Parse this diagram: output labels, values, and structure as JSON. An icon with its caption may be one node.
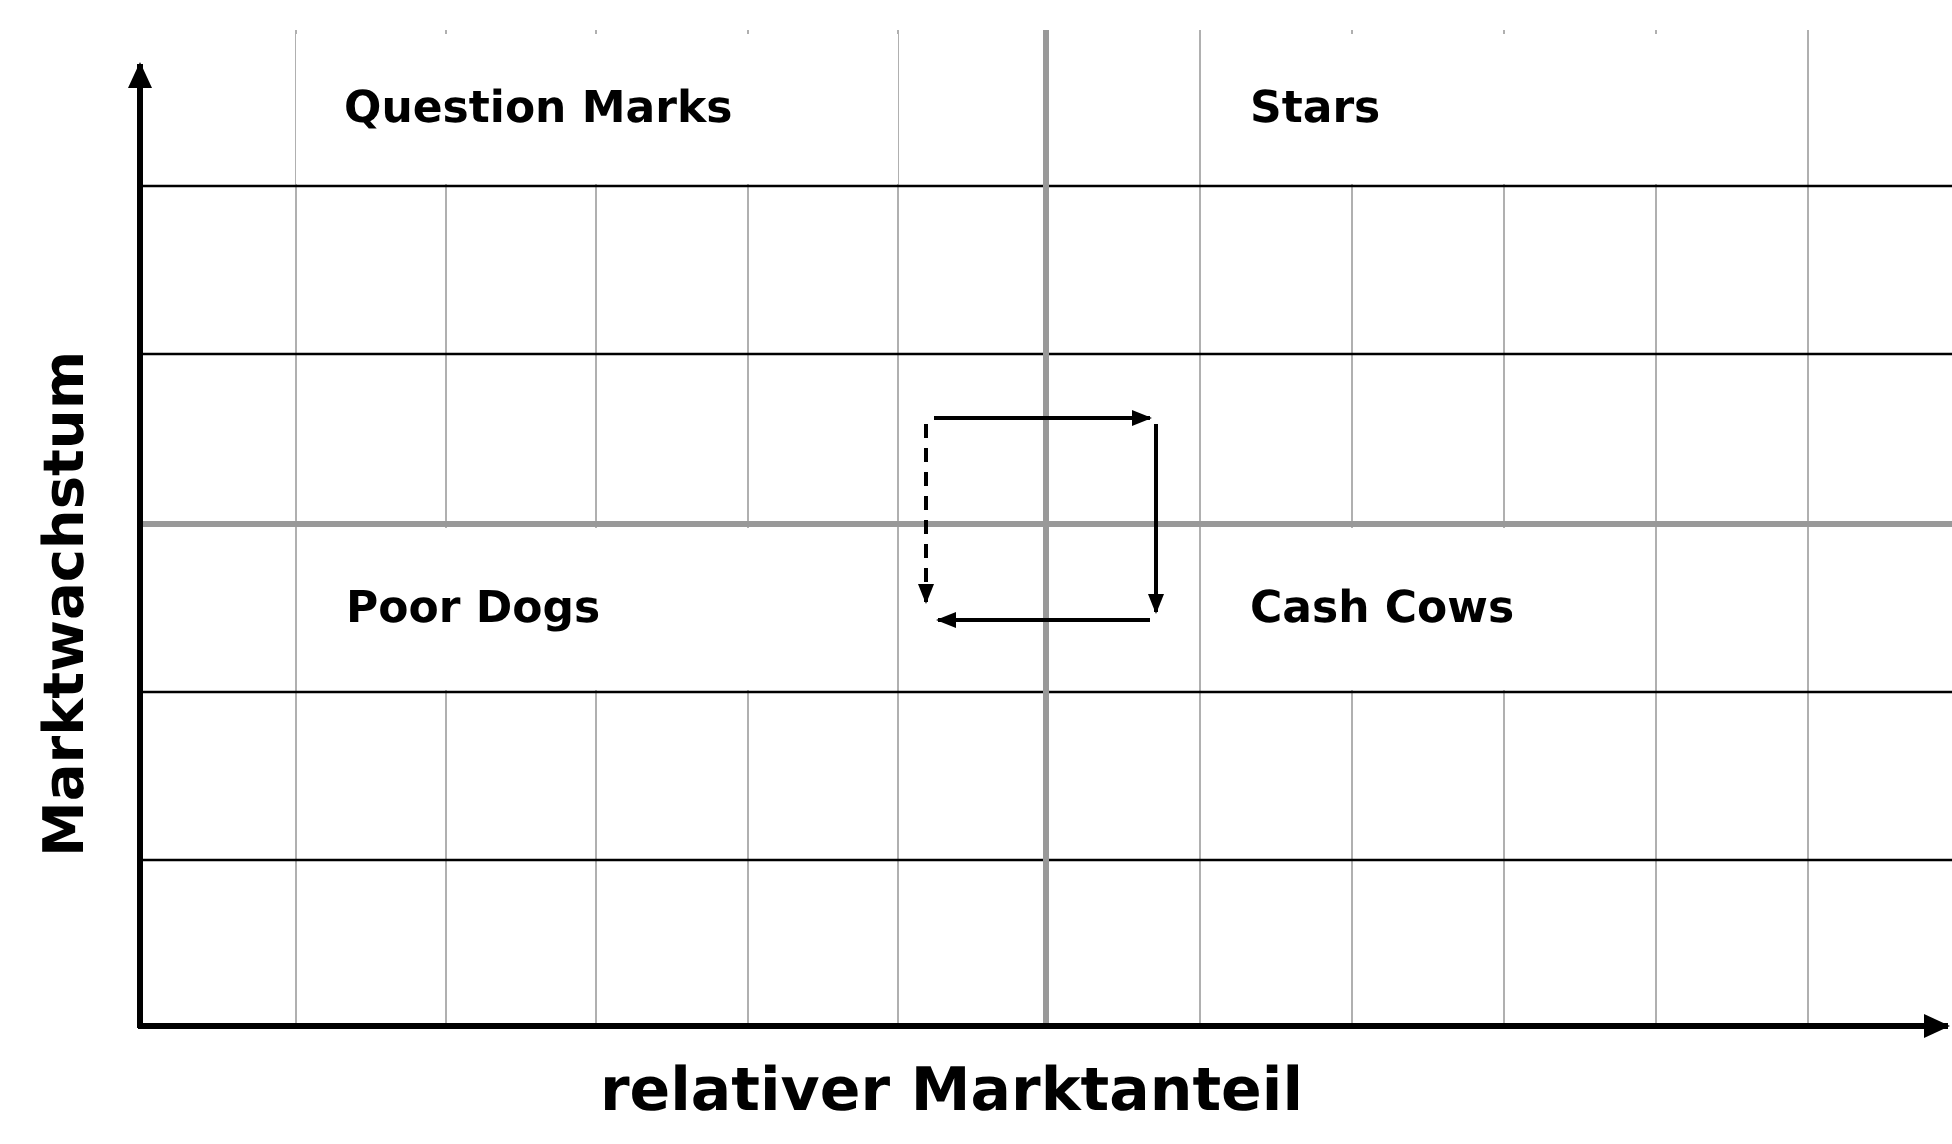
{
  "diagram": {
    "nodes": [
      {
        "text": [
          "Question Marks"
        ]
      },
      {
        "text": [
          "Stars"
        ]
      },
      {
        "text": [
          "Poor Dogs"
        ]
      },
      {
        "text": [
          "Cash Cows"
        ]
      }
    ],
    "edges": [
      {
        "from": 0,
        "to": 1,
        "arrow": "to"
      },
      {
        "from": 1,
        "to": 3,
        "arrow": "to"
      },
      {
        "from": 3,
        "to": 2,
        "arrow": "to"
      },
      {
        "from": 0,
        "to": 2,
        "arrow": "to",
        "style": "dashed"
      }
    ],
    "labels": [
      "Marktwachstum",
      "relativer Marktanteil"
    ]
  }
}
